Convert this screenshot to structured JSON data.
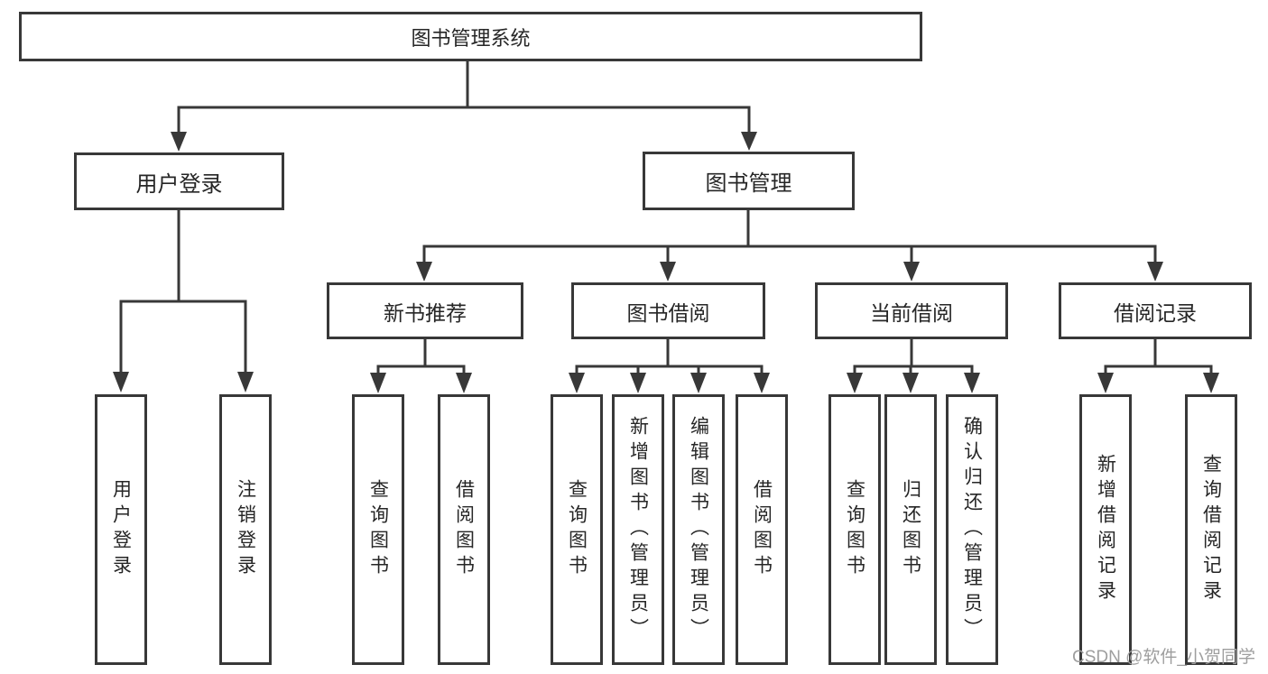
{
  "diagram": {
    "root": {
      "label": "图书管理系统"
    },
    "level2": [
      {
        "label": "用户登录"
      },
      {
        "label": "图书管理"
      }
    ],
    "level3": [
      {
        "label": "新书推荐"
      },
      {
        "label": "图书借阅"
      },
      {
        "label": "当前借阅"
      },
      {
        "label": "借阅记录"
      }
    ],
    "leaves": [
      {
        "label": "用户登录"
      },
      {
        "label": "注销登录"
      },
      {
        "label": "查询图书"
      },
      {
        "label": "借阅图书"
      },
      {
        "label": "查询图书"
      },
      {
        "label": "新增图书（管理员）"
      },
      {
        "label": "编辑图书（管理员）"
      },
      {
        "label": "借阅图书"
      },
      {
        "label": "查询图书"
      },
      {
        "label": "归还图书"
      },
      {
        "label": "确认归还（管理员）"
      },
      {
        "label": "新增借阅记录"
      },
      {
        "label": "查询借阅记录"
      }
    ],
    "colors": {
      "line": "#383838",
      "text": "#262626",
      "background": "#ffffff"
    }
  },
  "watermark": {
    "text": "CSDN @软件_小贺同学",
    "color": "#9e9e9e"
  }
}
